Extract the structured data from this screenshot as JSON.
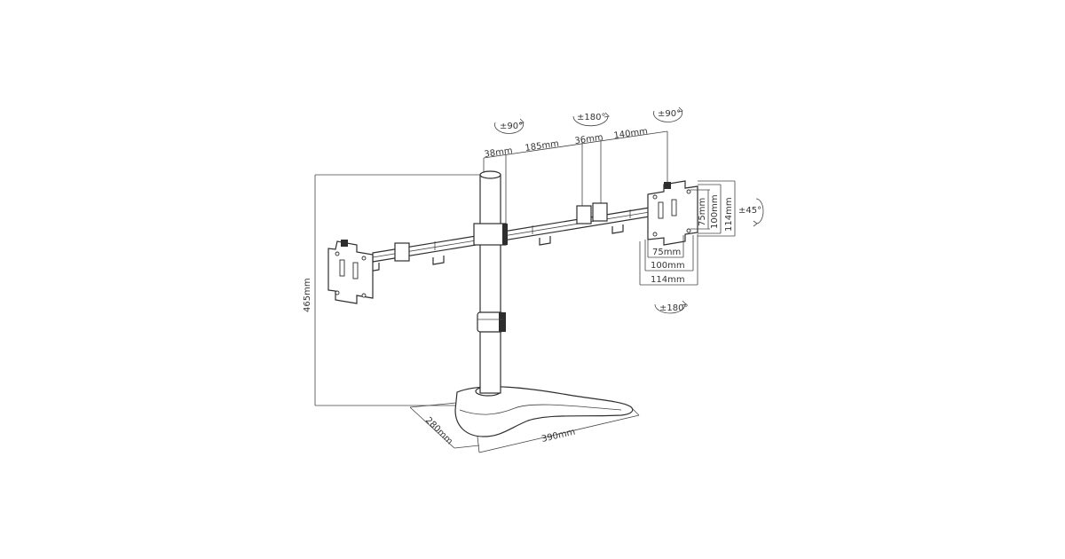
{
  "rotations": {
    "left_arm_tilt": "±90°",
    "center_swivel": "±180°",
    "right_arm_tilt": "±90°",
    "plate_rotation": "±45°",
    "plate_swivel": "±180°"
  },
  "dimensions": {
    "pole_diameter": "38mm",
    "arm_inner_length": "185mm",
    "joint_length": "36mm",
    "arm_outer_length": "140mm",
    "total_height": "465mm",
    "base_depth": "280mm",
    "base_width": "390mm"
  },
  "vesa": {
    "v75_w": "75mm",
    "v100_w": "100mm",
    "v114_w": "114mm",
    "v75_h": "75mm",
    "v100_h": "100mm",
    "v114_h": "114mm"
  }
}
